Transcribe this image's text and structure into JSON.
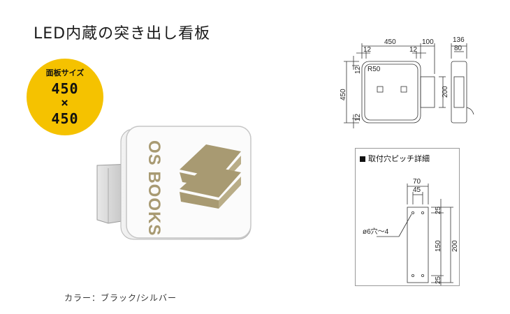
{
  "title": "LED内蔵の突き出し看板",
  "badge": {
    "label": "面板サイズ",
    "width": "450",
    "times": "×",
    "height": "450"
  },
  "sign": {
    "text": "OS BOOKS"
  },
  "caption": "カラー：ブラック/シルバー",
  "drawing": {
    "width": "450",
    "depth": "100",
    "side_width": "136",
    "side_inner": "80",
    "margin_left": "12",
    "margin_right": "12",
    "radius": "R50",
    "height": "450",
    "margin_top": "12",
    "margin_bottom": "12",
    "bracket": "200"
  },
  "detail": {
    "title": "取付穴ピッチ詳細",
    "w70": "70",
    "w45": "45",
    "hole": "ø6穴～4",
    "h25a": "25",
    "h150": "150",
    "h200": "200",
    "h25b": "25"
  }
}
